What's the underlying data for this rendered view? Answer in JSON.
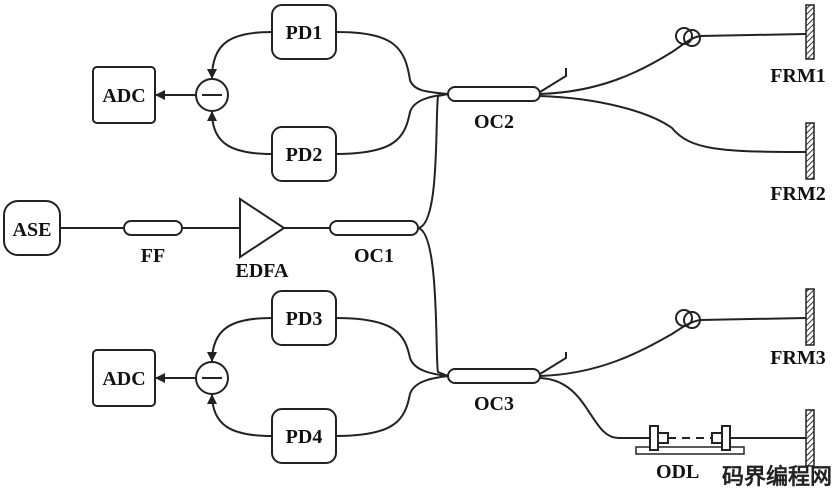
{
  "labels": {
    "pd1": "PD1",
    "pd2": "PD2",
    "pd3": "PD3",
    "pd4": "PD4",
    "adc_top": "ADC",
    "adc_bottom": "ADC",
    "ase": "ASE",
    "ff": "FF",
    "edfa": "EDFA",
    "oc1": "OC1",
    "oc2": "OC2",
    "oc3": "OC3",
    "frm1": "FRM1",
    "frm2": "FRM2",
    "frm3": "FRM3",
    "odl": "ODL"
  },
  "watermark": "码界编程网"
}
